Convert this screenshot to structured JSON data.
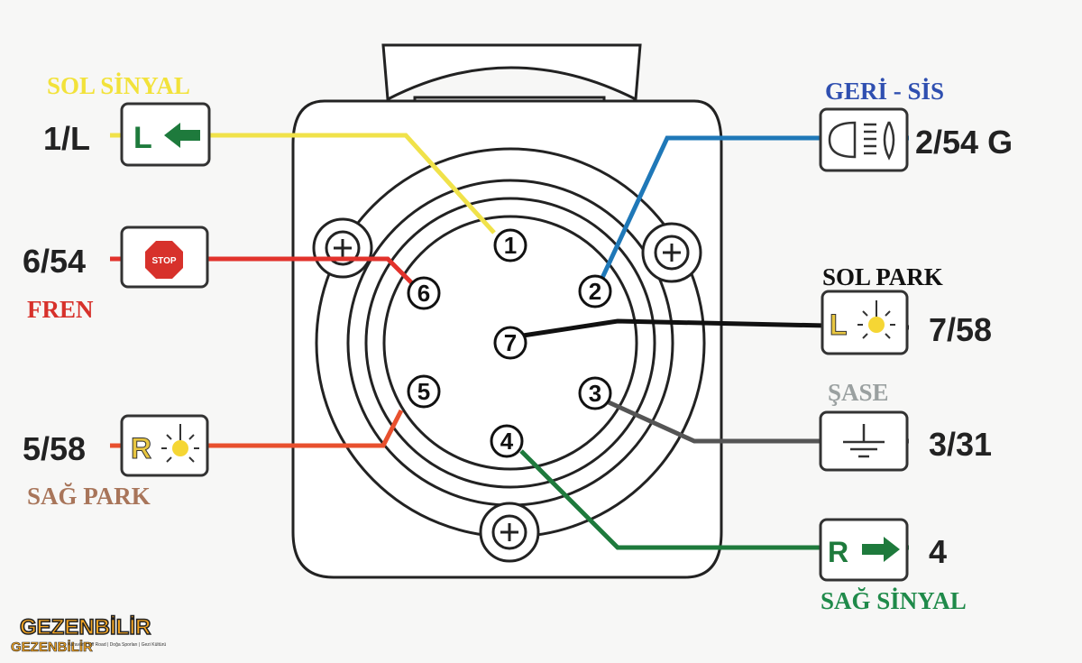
{
  "pins": [
    {
      "pin": "1",
      "code": "1/L",
      "label": "SOL SİNYAL",
      "color": "#f0e24a",
      "icon": "left-arrow-icon",
      "icon_text": "L"
    },
    {
      "pin": "6",
      "code": "6/54",
      "label": "FREN",
      "color": "#e2332c",
      "icon": "stop-sign-icon",
      "icon_text": "STOP"
    },
    {
      "pin": "5",
      "code": "5/58",
      "label": "SAĞ PARK",
      "color": "#e8502e",
      "icon": "right-park-light-icon",
      "icon_text": "R"
    },
    {
      "pin": "2",
      "code": "2/54 G",
      "label": "GERİ - SİS",
      "color": "#1f78b8",
      "icon": "fog-light-icon",
      "icon_text": ""
    },
    {
      "pin": "7",
      "code": "7/58",
      "label": "SOL PARK",
      "color": "#111111",
      "icon": "left-park-light-icon",
      "icon_text": "L"
    },
    {
      "pin": "3",
      "code": "3/31",
      "label": "ŞASE",
      "color": "#666666",
      "icon": "ground-icon",
      "icon_text": ""
    },
    {
      "pin": "4",
      "code": "4",
      "label": "SAĞ SİNYAL",
      "color": "#1e7a3c",
      "icon": "right-arrow-icon",
      "icon_text": "R"
    }
  ],
  "label_colors": {
    "sol_sinyal": "#f2e23a",
    "fren": "#d7312b",
    "sag_park": "#a8755a",
    "geri_sis": "#2f4fb0",
    "sol_park": "#111111",
    "sase": "#9aa0a0",
    "sag_sinyal": "#1f8a4a"
  },
  "logo": {
    "text": "GEZENBİLİR",
    "tagline": "Karavan | Off Road | Doğa Sporları | Gezi Kültürü"
  }
}
